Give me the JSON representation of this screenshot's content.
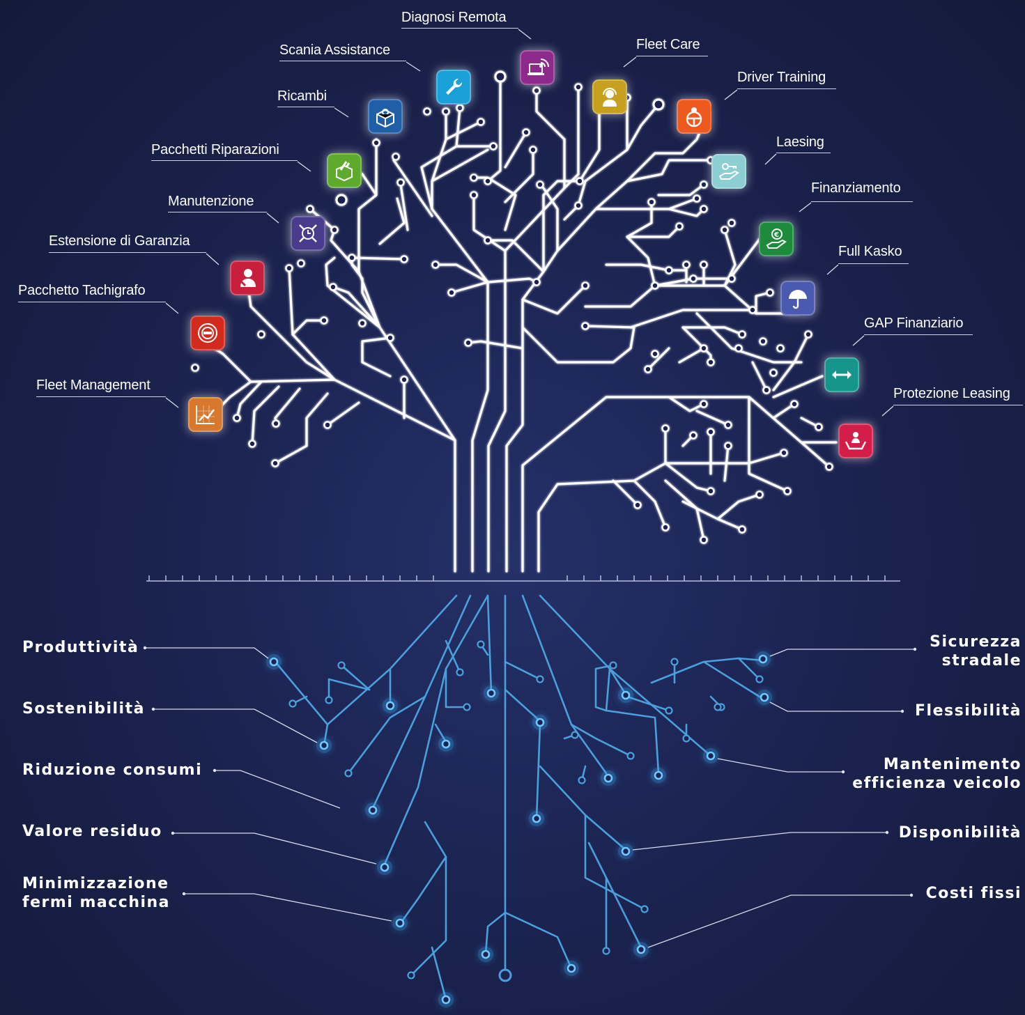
{
  "services": [
    {
      "id": "diagnosi-remota",
      "label": "Diagnosi Remota",
      "icon": "remote-diagnostics-icon",
      "color": "#8e2a8c"
    },
    {
      "id": "scania-assistance",
      "label": "Scania Assistance",
      "icon": "wrench-icon",
      "color": "#1aa0d8"
    },
    {
      "id": "ricambi",
      "label": "Ricambi",
      "icon": "parts-box-icon",
      "color": "#1e5fa8"
    },
    {
      "id": "pacchetti-riparazioni",
      "label": "Pacchetti Riparazioni",
      "icon": "repair-package-icon",
      "color": "#5eaa2c"
    },
    {
      "id": "manutenzione",
      "label": "Manutenzione",
      "icon": "maintenance-clock-icon",
      "color": "#4a3c8c"
    },
    {
      "id": "estensione-garanzia",
      "label": "Estensione di Garanzia",
      "icon": "warranty-mechanic-icon",
      "color": "#c8203c"
    },
    {
      "id": "pacchetto-tachigrafo",
      "label": "Pacchetto Tachigrafo",
      "icon": "tachograph-icon",
      "color": "#d42a1e"
    },
    {
      "id": "fleet-management",
      "label": "Fleet Management",
      "icon": "fleet-chart-icon",
      "color": "#d8782c"
    },
    {
      "id": "fleet-care",
      "label": "Fleet Care",
      "icon": "headset-support-icon",
      "color": "#c8a020"
    },
    {
      "id": "driver-training",
      "label": "Driver Training",
      "icon": "driver-steering-icon",
      "color": "#ee5a1e"
    },
    {
      "id": "laesing",
      "label": "Laesing",
      "icon": "key-hand-icon",
      "color": "#8ccfd2"
    },
    {
      "id": "finanziamento",
      "label": "Finanziamento",
      "icon": "euro-hand-icon",
      "color": "#1c8c3c"
    },
    {
      "id": "full-kasko",
      "label": "Full Kasko",
      "icon": "umbrella-icon",
      "color": "#4a5ab0"
    },
    {
      "id": "gap-finanziario",
      "label": "GAP Finanziario",
      "icon": "double-arrow-icon",
      "color": "#14968c"
    },
    {
      "id": "protezione-leasing",
      "label": "Protezione Leasing",
      "icon": "person-hands-icon",
      "color": "#d41e4a"
    }
  ],
  "benefits_left": [
    {
      "id": "produttivita",
      "lines": [
        "Produttività"
      ]
    },
    {
      "id": "sostenibilita",
      "lines": [
        "Sostenibilità"
      ]
    },
    {
      "id": "riduzione-consumi",
      "lines": [
        "Riduzione consumi"
      ]
    },
    {
      "id": "valore-residuo",
      "lines": [
        "Valore residuo"
      ]
    },
    {
      "id": "minimizzazione",
      "lines": [
        "Minimizzazione",
        "fermi macchina"
      ]
    }
  ],
  "benefits_right": [
    {
      "id": "sicurezza",
      "lines": [
        "Sicurezza",
        "stradale"
      ]
    },
    {
      "id": "flessibilita",
      "lines": [
        "Flessibilità"
      ]
    },
    {
      "id": "mantenimento",
      "lines": [
        "Mantenimento",
        "efficienza veicolo"
      ]
    },
    {
      "id": "disponibilita",
      "lines": [
        "Disponibilità"
      ]
    },
    {
      "id": "costi-fissi",
      "lines": [
        "Costi fissi"
      ]
    }
  ],
  "colors": {
    "background": "#1b2350",
    "branch": "#ffffff",
    "root": "#4fa6e0",
    "node_glow": "#7fd0ff"
  }
}
